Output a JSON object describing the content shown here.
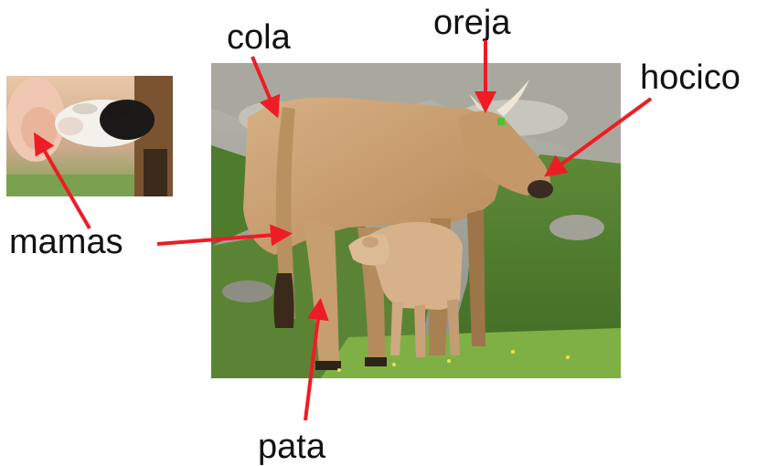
{
  "labels": {
    "cola": "cola",
    "oreja": "oreja",
    "hocico": "hocico",
    "mamas": "mamas",
    "pata": "pata"
  },
  "colors": {
    "arrow": "#ee1c24",
    "grass": "#4f7a2f",
    "rock": "#9a9a92",
    "cow": "#c9a173",
    "cow_shadow": "#8f6a43",
    "calf": "#d7b48a"
  }
}
